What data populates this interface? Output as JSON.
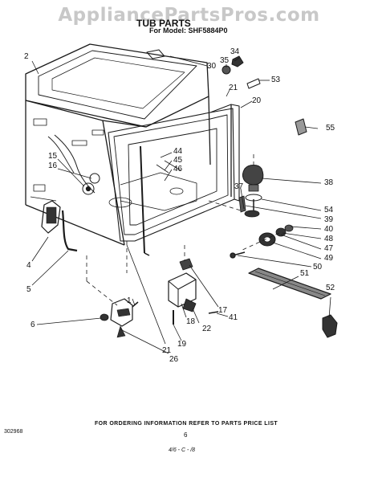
{
  "watermark": "AppliancePartsPros.com",
  "header": {
    "title": "TUB PARTS",
    "model": "For Model: SHF5884P0"
  },
  "callouts": {
    "c1": "1",
    "c2": "2",
    "c4": "4",
    "c5": "5",
    "c6": "6",
    "c15": "15",
    "c16": "16",
    "c17": "17",
    "c18": "18",
    "c19": "19",
    "c20": "20",
    "c21a": "21",
    "c21b": "21",
    "c22": "22",
    "c26": "26",
    "c30": "30",
    "c34": "34",
    "c35": "35",
    "c37": "37",
    "c38": "38",
    "c39": "39",
    "c40": "40",
    "c41": "41",
    "c44": "44",
    "c45": "45",
    "c46": "46",
    "c47": "47",
    "c48": "48",
    "c49": "49",
    "c50": "50",
    "c51": "51",
    "c52": "52",
    "c53": "53",
    "c54": "54",
    "c55": "55"
  },
  "footer": {
    "note": "FOR ORDERING INFORMATION REFER TO PARTS PRICE LIST",
    "page": "6",
    "code": "302968",
    "date": "4/6 - C - /8"
  }
}
